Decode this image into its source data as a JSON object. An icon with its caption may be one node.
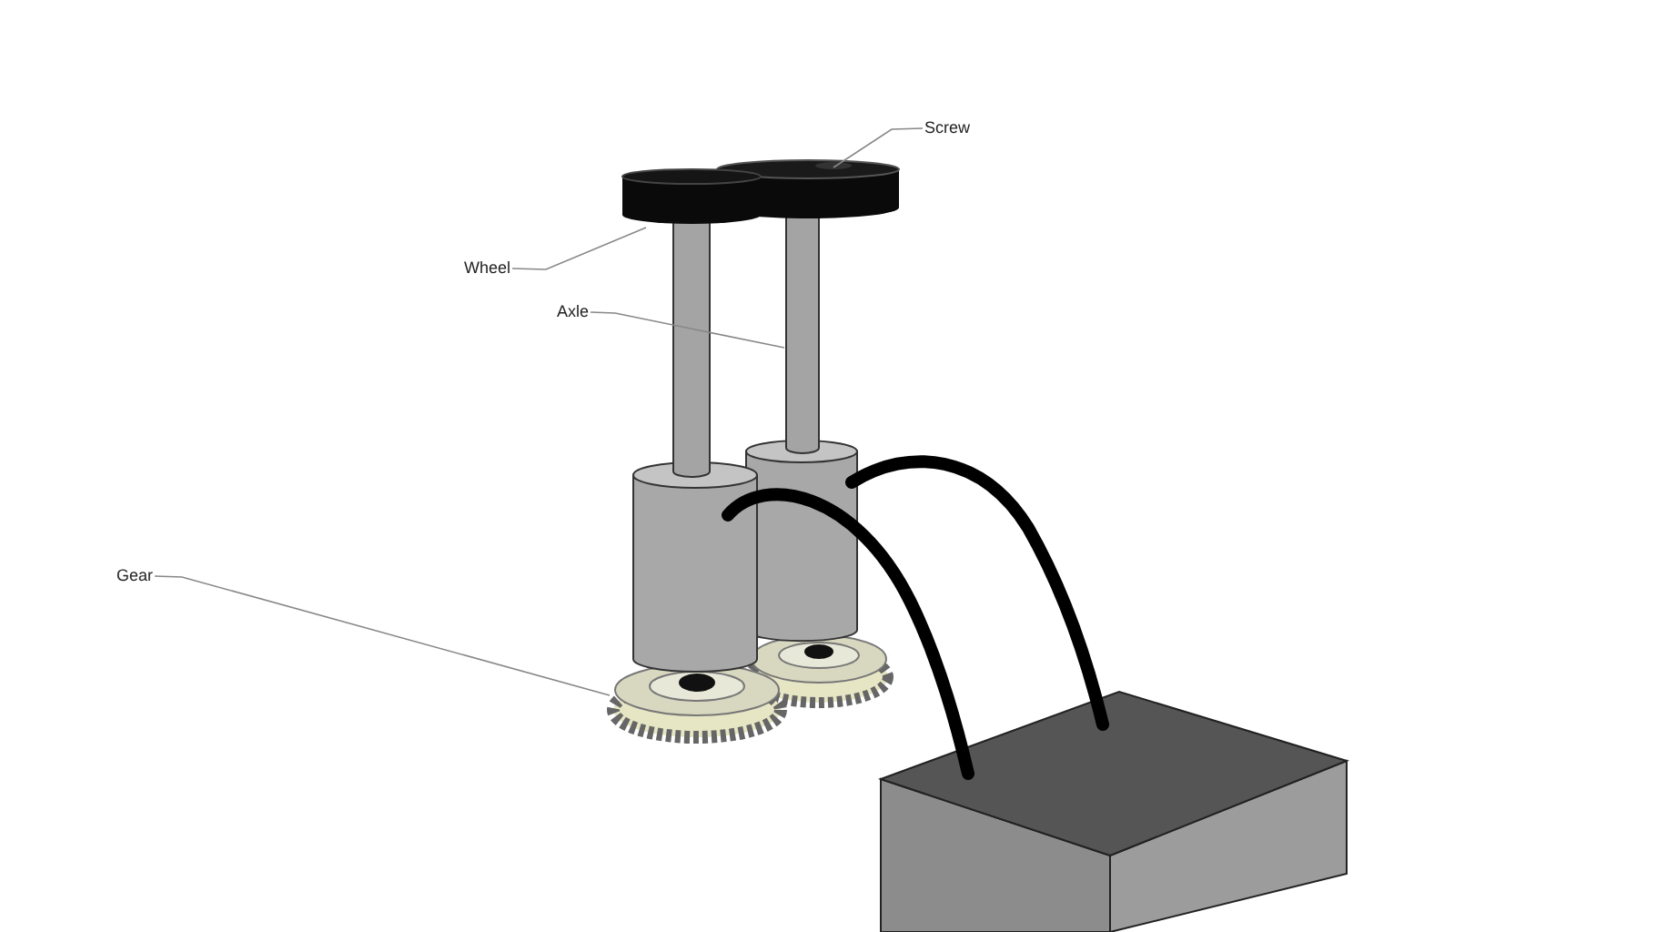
{
  "diagram": {
    "nodes": [
      {
        "text": [
          "Screw"
        ]
      },
      {
        "text": [
          "Wheel"
        ]
      },
      {
        "text": [
          "Axle"
        ]
      },
      {
        "text": [
          "Gear"
        ]
      }
    ],
    "edges": [
      {
        "from": 0,
        "to": null,
        "arrow": "none"
      },
      {
        "from": 1,
        "to": null,
        "arrow": "none"
      },
      {
        "from": 2,
        "to": null,
        "arrow": "none"
      },
      {
        "from": 3,
        "to": null,
        "arrow": "none"
      }
    ]
  }
}
